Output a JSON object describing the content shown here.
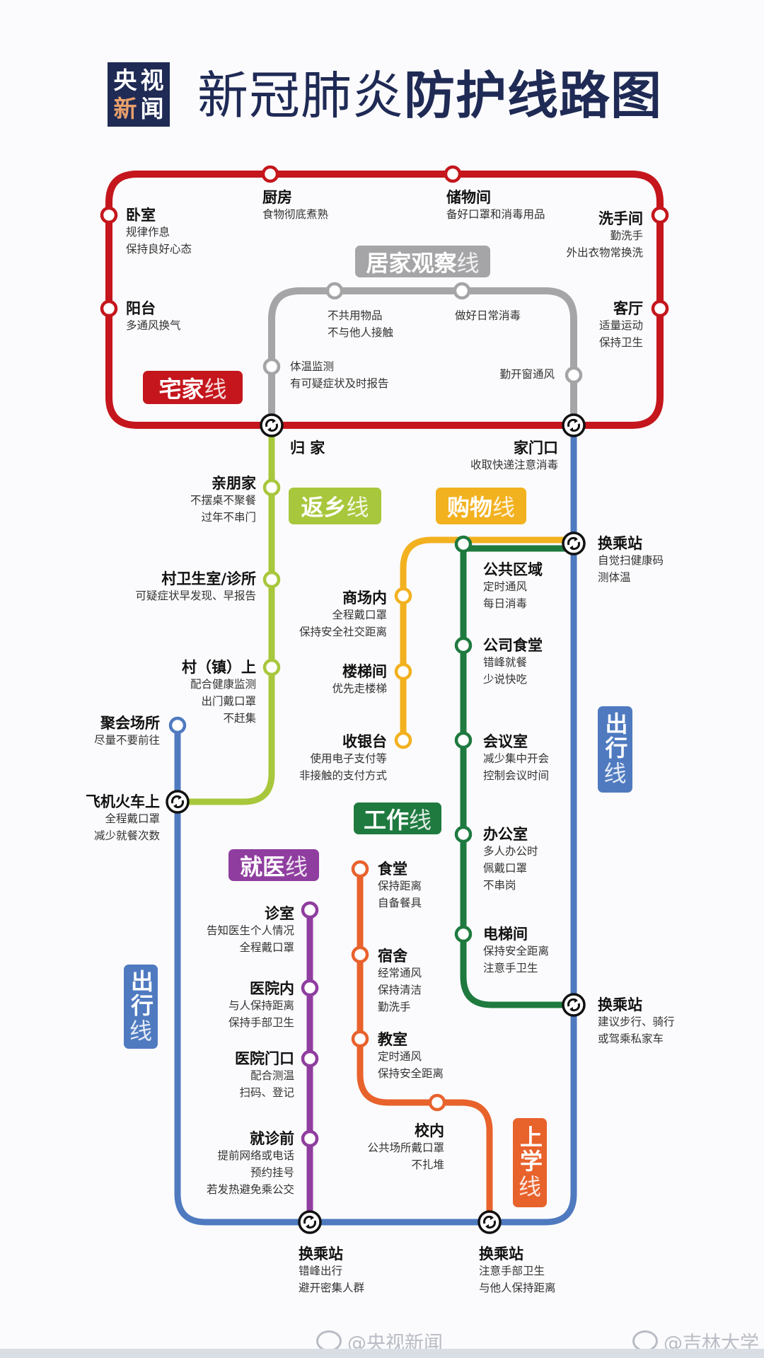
{
  "header": {
    "logo": [
      "央",
      "视",
      "新",
      "闻"
    ],
    "title_regular": "新冠肺炎",
    "title_bold": "防护线路图",
    "title_color": "#1f2a55"
  },
  "lines": [
    {
      "id": "zhaijia",
      "name": "宅家",
      "suffix": "线",
      "color": "#c4161c"
    },
    {
      "id": "jujia",
      "name": "居家观察",
      "suffix": "线",
      "color": "#a5a5a7"
    },
    {
      "id": "fanxiang",
      "name": "返乡",
      "suffix": "线",
      "color": "#a8c73c"
    },
    {
      "id": "gouwu",
      "name": "购物",
      "suffix": "线",
      "color": "#f2b11f"
    },
    {
      "id": "gongzuo",
      "name": "工作",
      "suffix": "线",
      "color": "#1f7a3f"
    },
    {
      "id": "jiuyi",
      "name": "就医",
      "suffix": "线",
      "color": "#8f3d9f"
    },
    {
      "id": "chuxing",
      "name": "出行",
      "suffix": "线",
      "color": "#4f7ac0"
    },
    {
      "id": "shangxue",
      "name": "上学",
      "suffix": "线",
      "color": "#e8622c"
    }
  ],
  "labels": [
    {
      "name": "卧室",
      "lines": [
        "规律作息",
        "保持良好心态"
      ]
    },
    {
      "name": "厨房",
      "lines": [
        "食物彻底煮熟"
      ]
    },
    {
      "name": "储物间",
      "lines": [
        "备好口罩和消毒用品"
      ]
    },
    {
      "name": "洗手间",
      "lines": [
        "勤洗手",
        "外出衣物常换洗"
      ]
    },
    {
      "name": "阳台",
      "lines": [
        "多通风换气"
      ]
    },
    {
      "name": "客厅",
      "lines": [
        "适量运动",
        "保持卫生"
      ]
    },
    {
      "name": "",
      "lines": [
        "不共用物品",
        "不与他人接触"
      ]
    },
    {
      "name": "",
      "lines": [
        "做好日常消毒"
      ]
    },
    {
      "name": "",
      "lines": [
        "体温监测",
        "有可疑症状及时报告"
      ]
    },
    {
      "name": "",
      "lines": [
        "勤开窗通风"
      ]
    },
    {
      "name": "归 家",
      "lines": []
    },
    {
      "name": "家门口",
      "lines": [
        "收取快递注意消毒"
      ]
    },
    {
      "name": "亲朋家",
      "lines": [
        "不摆桌不聚餐",
        "过年不串门"
      ]
    },
    {
      "name": "村卫生室/诊所",
      "lines": [
        "可疑症状早发现、早报告"
      ]
    },
    {
      "name": "村（镇）上",
      "lines": [
        "配合健康监测",
        "出门戴口罩",
        "不赶集"
      ]
    },
    {
      "name": "聚会场所",
      "lines": [
        "尽量不要前往"
      ]
    },
    {
      "name": "飞机火车上",
      "lines": [
        "全程戴口罩",
        "减少就餐次数"
      ]
    },
    {
      "name": "换乘站",
      "lines": [
        "自觉扫健康码",
        "测体温"
      ]
    },
    {
      "name": "公共区域",
      "lines": [
        "定时通风",
        "每日消毒"
      ]
    },
    {
      "name": "商场内",
      "lines": [
        "全程戴口罩",
        "保持安全社交距离"
      ]
    },
    {
      "name": "公司食堂",
      "lines": [
        "错峰就餐",
        "少说快吃"
      ]
    },
    {
      "name": "楼梯间",
      "lines": [
        "优先走楼梯"
      ]
    },
    {
      "name": "收银台",
      "lines": [
        "使用电子支付等",
        "非接触的支付方式"
      ]
    },
    {
      "name": "会议室",
      "lines": [
        "减少集中开会",
        "控制会议时间"
      ]
    },
    {
      "name": "办公室",
      "lines": [
        "多人办公时",
        "佩戴口罩",
        "不串岗"
      ]
    },
    {
      "name": "电梯间",
      "lines": [
        "保持安全距离",
        "注意手卫生"
      ]
    },
    {
      "name": "换乘站",
      "lines": [
        "建议步行、骑行",
        "或驾乘私家车"
      ]
    },
    {
      "name": "食堂",
      "lines": [
        "保持距离",
        "自备餐具"
      ]
    },
    {
      "name": "宿舍",
      "lines": [
        "经常通风",
        "保持清洁",
        "勤洗手"
      ]
    },
    {
      "name": "教室",
      "lines": [
        "定时通风",
        "保持安全距离"
      ]
    },
    {
      "name": "诊室",
      "lines": [
        "告知医生个人情况",
        "全程戴口罩"
      ]
    },
    {
      "name": "医院内",
      "lines": [
        "与人保持距离",
        "保持手部卫生"
      ]
    },
    {
      "name": "医院门口",
      "lines": [
        "配合测温",
        "扫码、登记"
      ]
    },
    {
      "name": "就诊前",
      "lines": [
        "提前网络或电话",
        "预约挂号",
        "若发热避免乘公交"
      ]
    },
    {
      "name": "校内",
      "lines": [
        "公共场所戴口罩",
        "不扎堆"
      ]
    },
    {
      "name": "换乘站",
      "lines": [
        "错峰出行",
        "避开密集人群"
      ]
    },
    {
      "name": "换乘站",
      "lines": [
        "注意手部卫生",
        "与他人保持距离"
      ]
    }
  ],
  "watermarks": [
    "@央视新闻",
    "@吉林大学"
  ]
}
